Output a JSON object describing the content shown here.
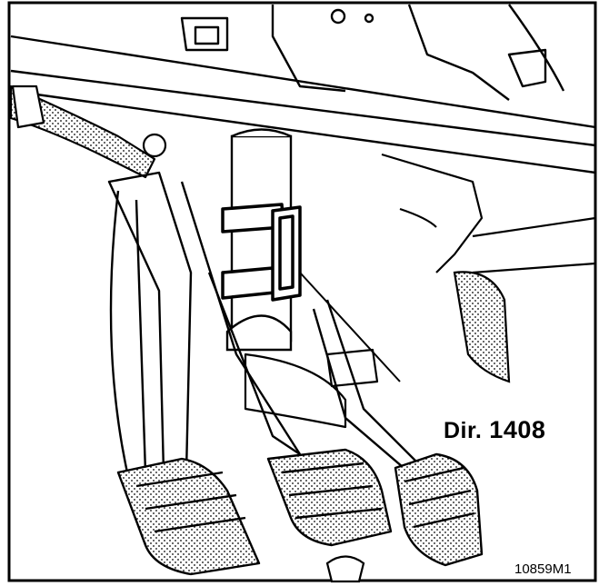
{
  "labels": {
    "tool_prefix": "Dir.",
    "tool_number": "1408",
    "figure_code": "10859M1"
  }
}
